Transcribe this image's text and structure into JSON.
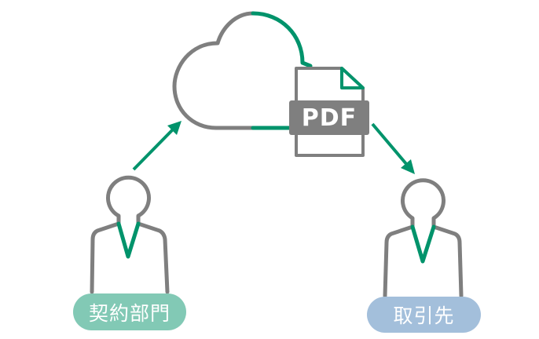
{
  "colors": {
    "outline_gray": "#7f7f7f",
    "accent_green": "#00936b",
    "pill_left_bg": "#82c9b5",
    "pill_right_bg": "#a3bfdb",
    "pdf_band": "#7f7f7f",
    "background": "#ffffff"
  },
  "cloud": {
    "icon": "cloud-icon"
  },
  "document": {
    "icon": "pdf-file-icon",
    "label": "PDF"
  },
  "arrows": [
    {
      "name": "upload-arrow",
      "from": "契約部門",
      "to": "cloud"
    },
    {
      "name": "download-arrow",
      "from": "cloud",
      "to": "取引先"
    }
  ],
  "actors": [
    {
      "id": "contract-department",
      "icon": "person-icon",
      "label": "契約部門"
    },
    {
      "id": "business-partner",
      "icon": "person-icon",
      "label": "取引先"
    }
  ]
}
